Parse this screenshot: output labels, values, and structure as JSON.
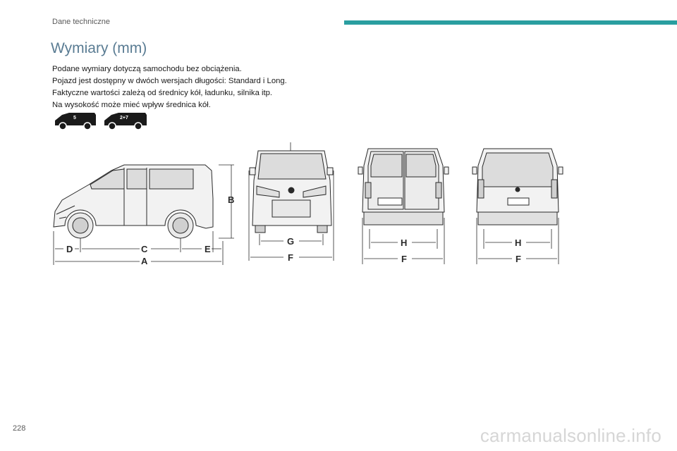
{
  "header": {
    "section_label": "Dane techniczne",
    "accent_color": "#2a9ea0"
  },
  "page": {
    "title": "Wymiary (mm)",
    "intro_lines": [
      "Podane wymiary dotyczą samochodu bez obciążenia.",
      "Pojazd jest dostępny w dwóch wersjach długości: Standard i Long.",
      "Faktyczne wartości zależą od średnicy kół, ładunku, silnika itp.",
      "Na wysokość może mieć wpływ średnica kół."
    ]
  },
  "version_icons": [
    {
      "icon": "van-5-seat-icon",
      "badge": "5"
    },
    {
      "icon": "van-7-seat-icon",
      "badge": "2+7"
    }
  ],
  "diagrams": {
    "side_view": {
      "labels": {
        "height": "B",
        "front_overhang": "D",
        "wheelbase": "C",
        "rear_overhang": "E",
        "length": "A"
      }
    },
    "front_view": {
      "labels": {
        "track": "G",
        "width": "F"
      }
    },
    "rear_view_van": {
      "labels": {
        "track": "H",
        "width": "F"
      }
    },
    "rear_view_long": {
      "labels": {
        "track": "H",
        "width": "F"
      }
    }
  },
  "footer": {
    "page_number": "228",
    "watermark": "carmanualsonline.info"
  }
}
